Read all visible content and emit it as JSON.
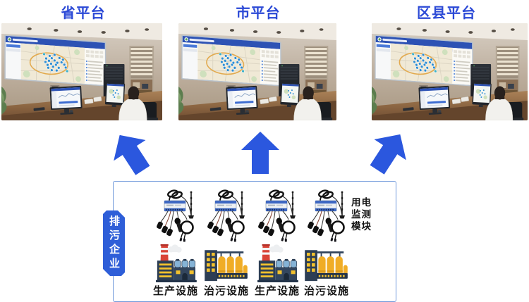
{
  "platforms": [
    {
      "title": "省平台"
    },
    {
      "title": "市平台"
    },
    {
      "title": "区县平台"
    }
  ],
  "enterprise": {
    "source_label": "排污企业",
    "module_label": "用电监测模块",
    "module_lines": [
      "用电",
      "监测",
      "模块"
    ],
    "facilities": [
      {
        "type": "production",
        "label": "生产设施"
      },
      {
        "type": "treatment",
        "label": "治污设施"
      },
      {
        "type": "production",
        "label": "生产设施"
      },
      {
        "type": "treatment",
        "label": "治污设施"
      }
    ]
  },
  "icons": {
    "photo": "control-room-photo",
    "device": "electricity-monitor-module-icon",
    "production": "factory-icon",
    "treatment": "treatment-plant-icon",
    "arrow": "up-arrow-icon"
  },
  "colors": {
    "title_text": "#2b49d6",
    "arrow": "#2b57de",
    "box_border": "#6f98da",
    "badge_bg": "#2e5ed8",
    "badge_text": "#ffffff",
    "label_text": "#141414",
    "screen_header": "#2d52b4",
    "map_marker": "#2f8ed4"
  }
}
